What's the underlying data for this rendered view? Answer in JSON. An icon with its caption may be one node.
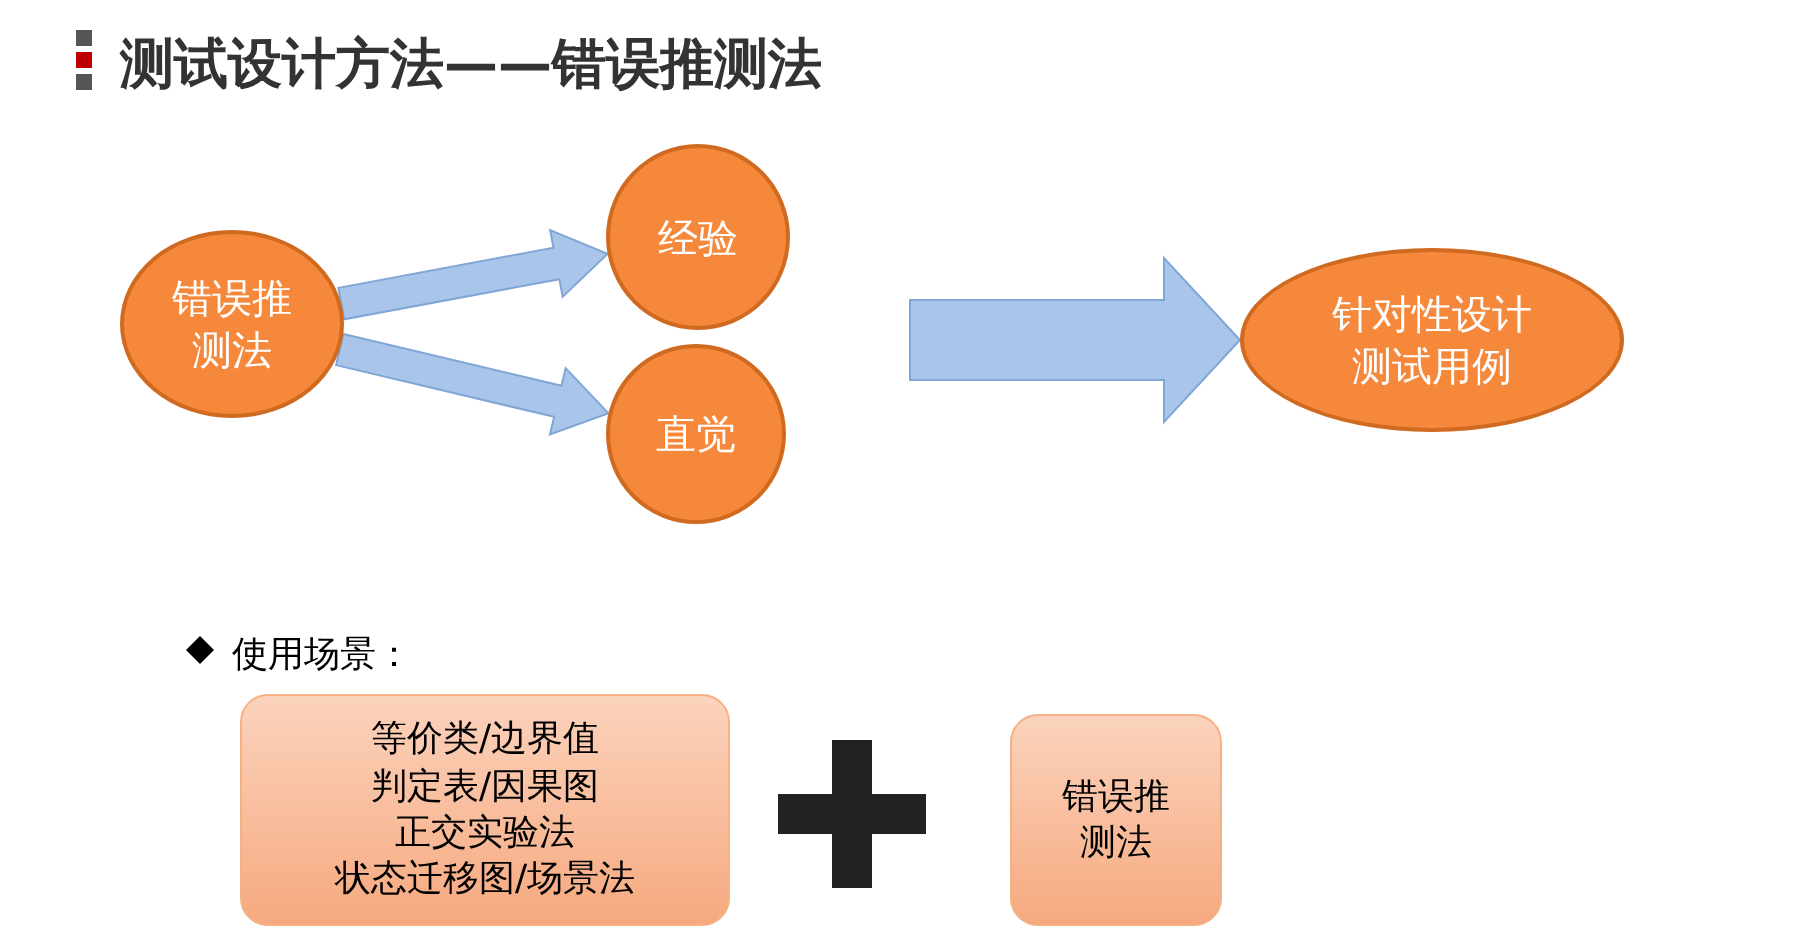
{
  "diagram": {
    "title": "测试设计方法——错误推测法",
    "nodes": [
      {
        "text": [
          "错误推测法"
        ]
      },
      {
        "text": [
          "经验"
        ]
      },
      {
        "text": [
          "直觉"
        ]
      },
      {
        "text": [
          "针对性设计测试用例"
        ]
      },
      {
        "text": [
          "等价类/边界值",
          "判定表/因果图",
          "正交实验法",
          "状态迁移图/场景法"
        ]
      },
      {
        "text": [
          "错误推测法"
        ]
      }
    ],
    "edges": [
      {
        "from": 0,
        "to": 1,
        "arrow": "to"
      },
      {
        "from": 0,
        "to": 2,
        "arrow": "to"
      },
      {
        "from": null,
        "to": 3,
        "arrow": "to",
        "style": "thick"
      }
    ],
    "labels": [
      "使用场景："
    ]
  }
}
